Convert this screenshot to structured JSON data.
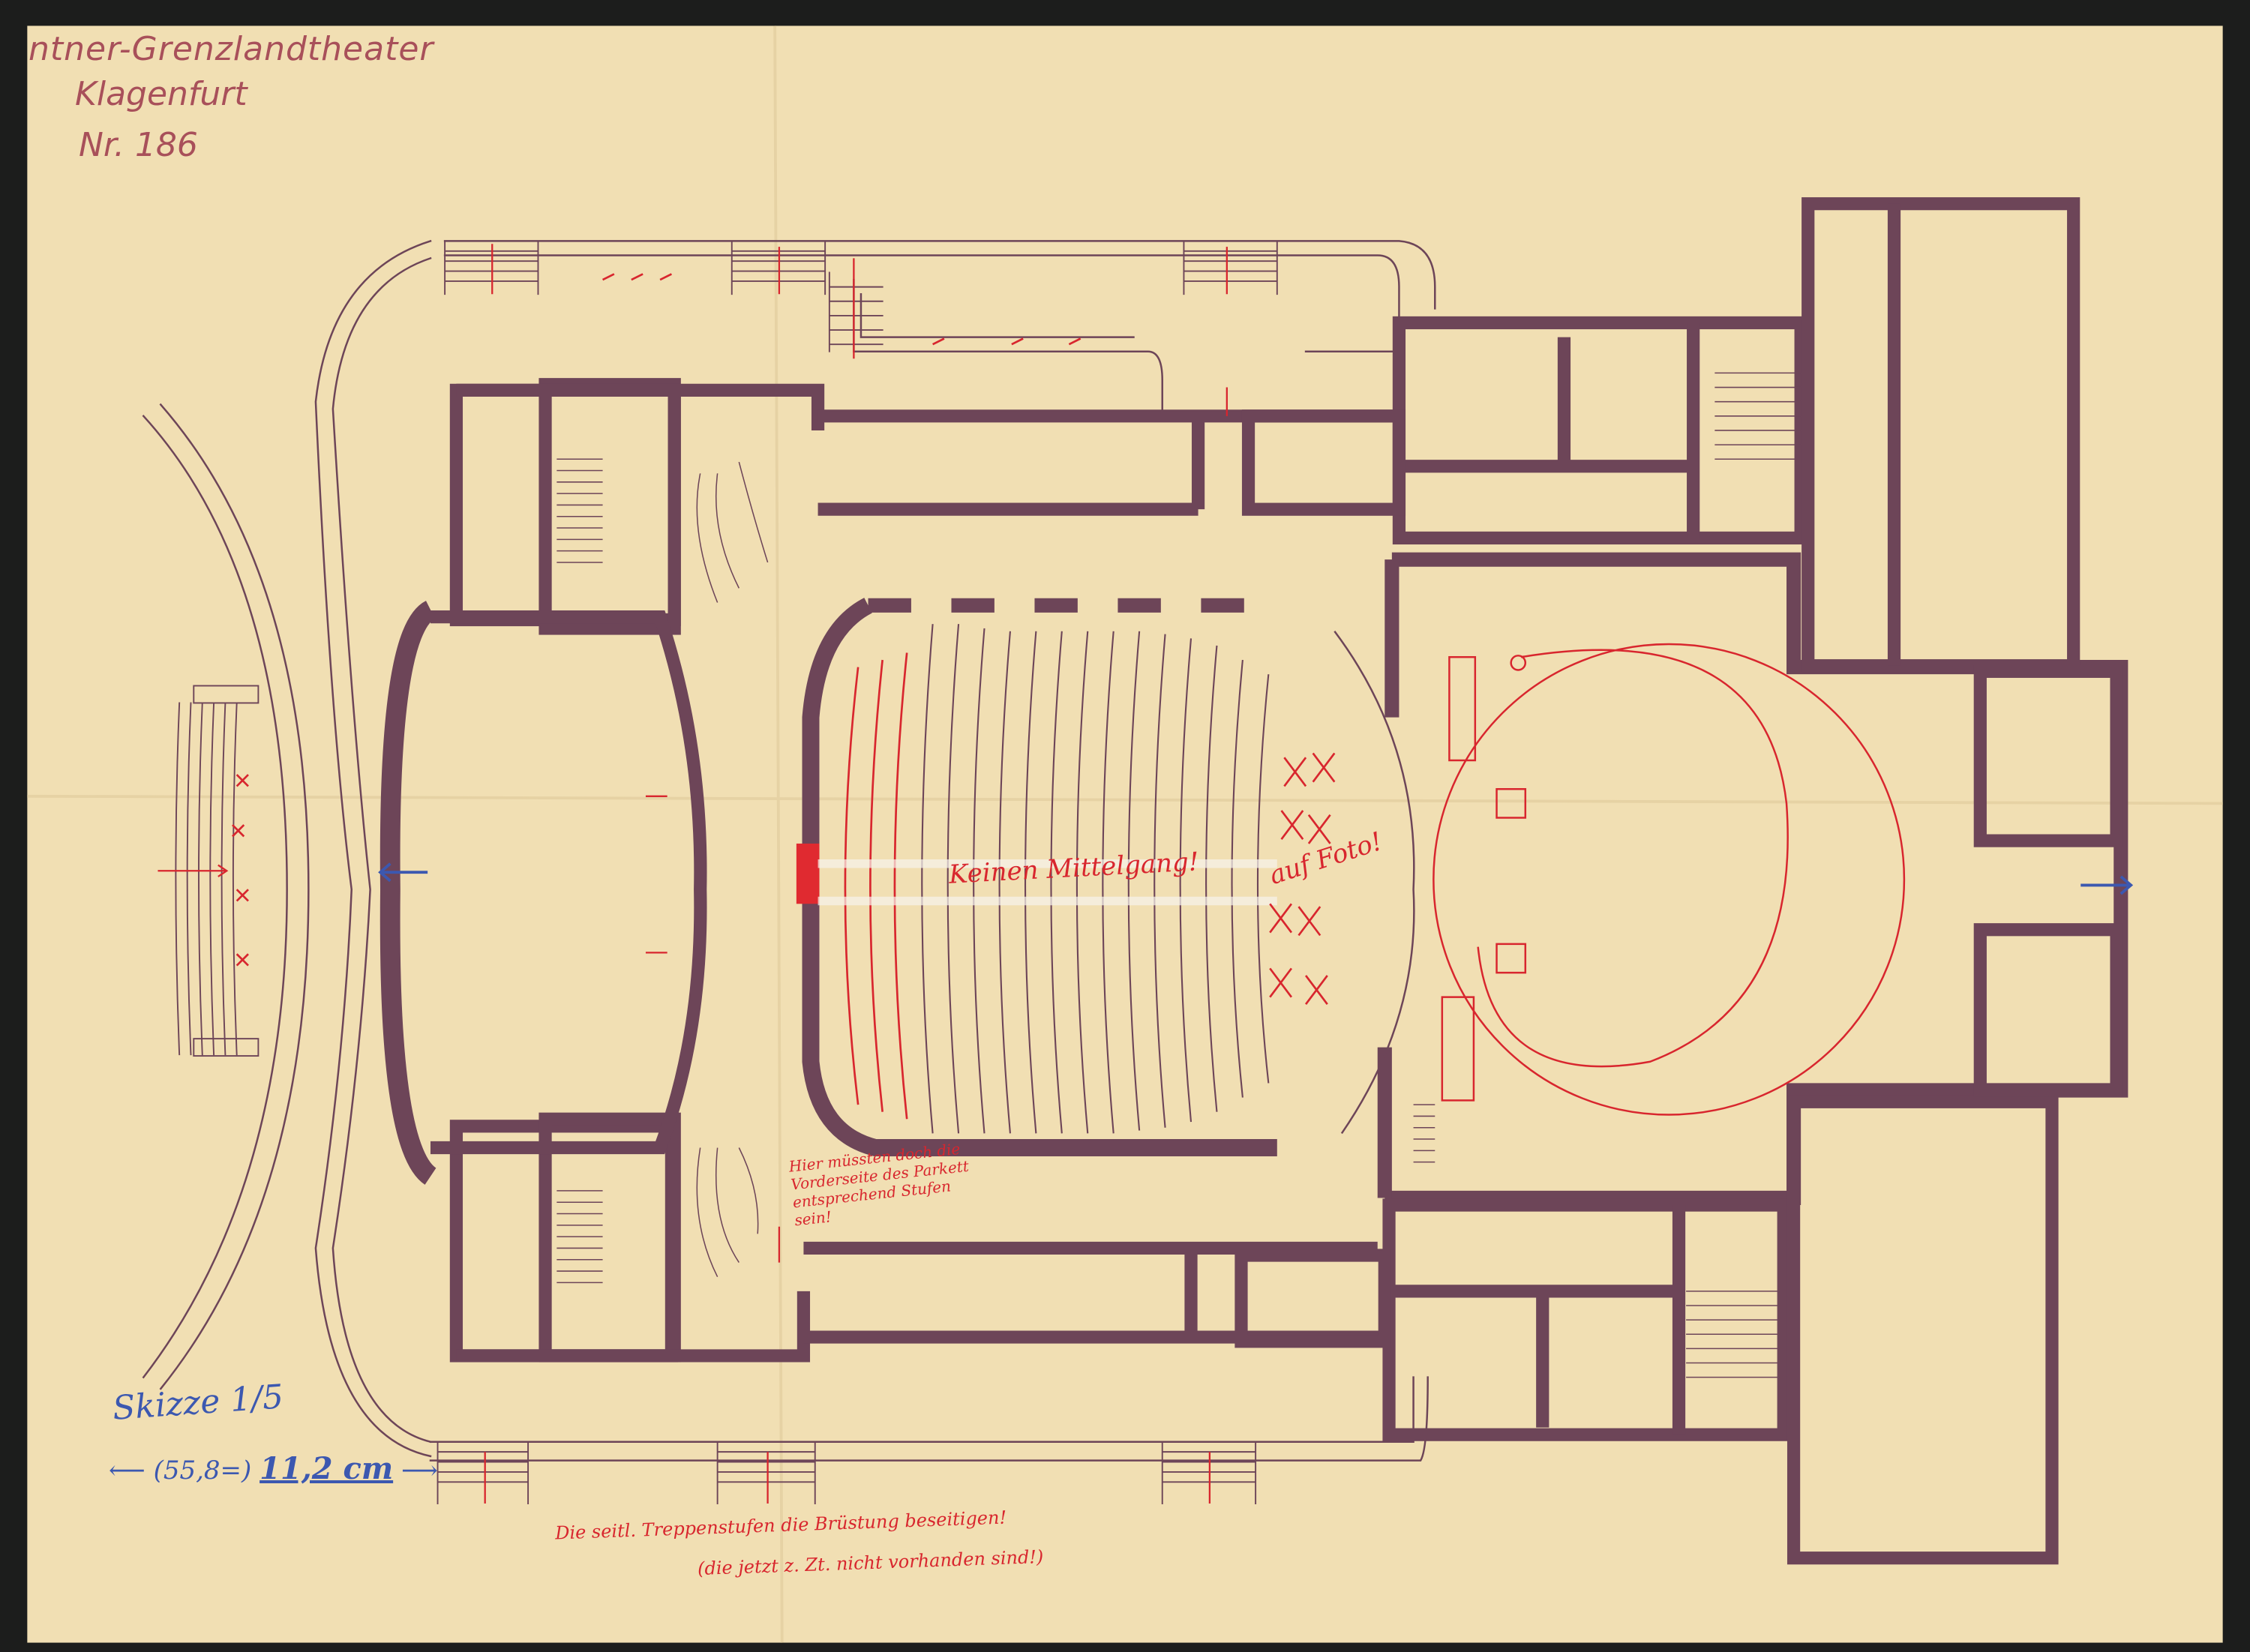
{
  "stamp": {
    "line1": "ntner-Grenzlandtheater",
    "line2": "Klagenfurt",
    "line3": "Nr. 186"
  },
  "annotations": {
    "aisle_note": "Keinen Mittelgang!",
    "photo_note": "auf Foto!",
    "stairs_note": "Hier müssten doch die Vorderseite des Parkett entsprechend Stufen sein!",
    "terrace_note": "Die seitl. Treppenstufen die Brüstung beseitigen!",
    "terrace_note2": "(die jetzt z. Zt. nicht vorhanden sind!)"
  },
  "scale_note": {
    "title": "Skizze 1/5",
    "measure_prefix": "(55,8=)",
    "measure_value": "11,2 cm"
  },
  "colors": {
    "paper": "#f1dfb3",
    "wall": "#6d4558",
    "red_ink": "#d8262e",
    "blue_pencil": "#3c58b0"
  }
}
